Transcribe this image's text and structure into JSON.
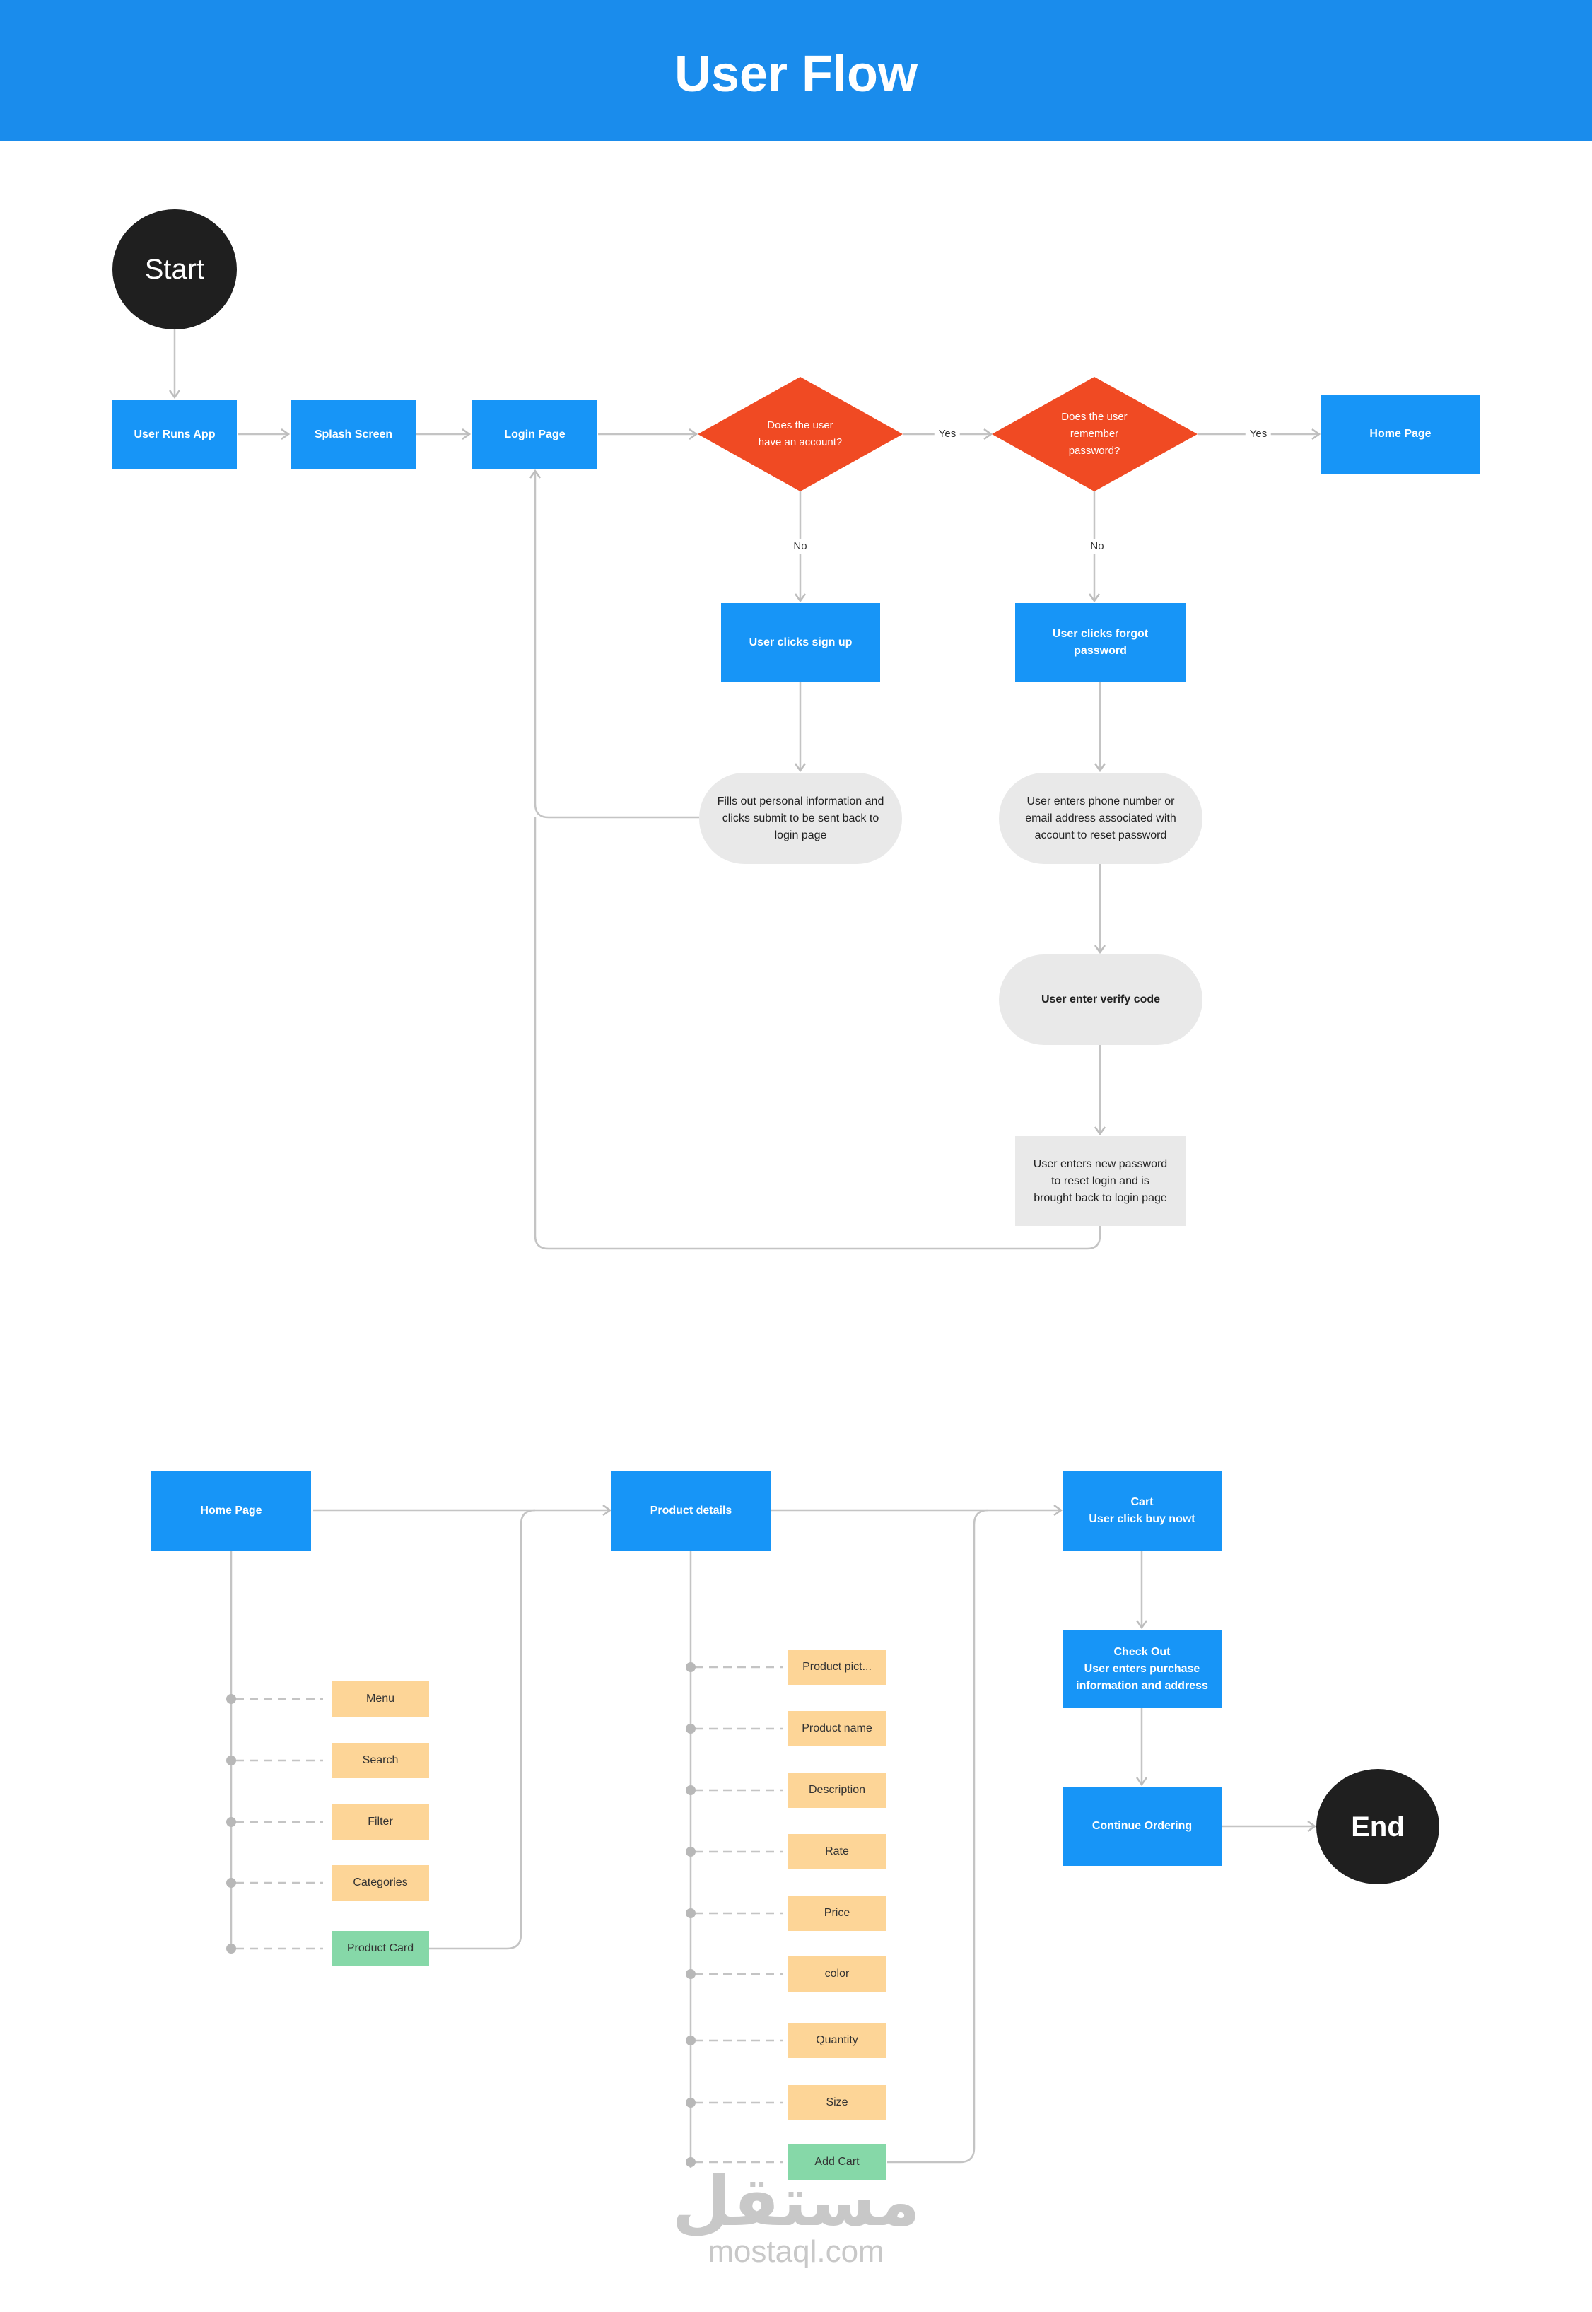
{
  "page": {
    "title": "User Flow"
  },
  "flow1": {
    "start": "Start",
    "user_runs_app": "User Runs App",
    "splash_screen": "Splash Screen",
    "login_page": "Login Page",
    "decision_account": "Does the user\nhave an account?",
    "decision_password": "Does the user\nremember\npassword?",
    "home_page": "Home Page",
    "yes_label": "Yes",
    "no_label": "No",
    "sign_up": "User clicks sign up",
    "forgot_password": "User clicks forgot\npassword",
    "fill_info": "Fills out personal information and\nclicks submit to be sent back to\nlogin page",
    "enter_phone": "User enters phone number or\nemail address associated with\naccount to reset password",
    "verify_code": "User enter verify code",
    "new_password": "User enters new password\nto reset login and is\nbrought back to login page"
  },
  "flow2": {
    "home_page": "Home Page",
    "home_items": [
      "Menu",
      "Search",
      "Filter",
      "Categories",
      "Product Card"
    ],
    "product_details": "Product details",
    "product_items": [
      "Product pict...",
      "Product name",
      "Description",
      "Rate",
      "Price",
      "color",
      "Quantity",
      "Size",
      "Add Cart"
    ],
    "cart": "Cart\nUser click buy nowt",
    "checkout": "Check Out\nUser enters purchase\ninformation and address",
    "continue_ordering": "Continue Ordering",
    "end": "End"
  },
  "colors": {
    "header": "#1a8cec",
    "process": "#1795f7",
    "decision": "#f04a23",
    "terminal": "#1f1f1f",
    "note": "#e9e9e9",
    "tag": "#fdd597",
    "tag_action": "#86d8a8",
    "connector": "#c4c4c4"
  },
  "watermark": {
    "arabic": "مستقل",
    "latin": "mostaql.com"
  }
}
